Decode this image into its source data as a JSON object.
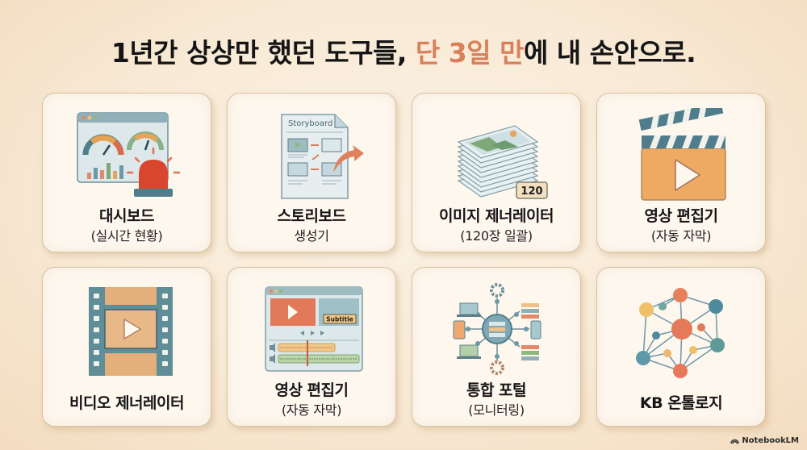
{
  "title": {
    "part1": "1년간 상상만 했던 도구들, ",
    "accent": "단 3일 만",
    "part2": "에 내 손안으로."
  },
  "accent_color": "#d9805a",
  "cards": [
    {
      "label": "대시보드",
      "sub": "(실시간 현황)",
      "icon": "dashboard-alarm-icon"
    },
    {
      "label": "스토리보드",
      "sub": "생성기",
      "icon": "storyboard-document-icon",
      "icon_text": "Storyboard"
    },
    {
      "label": "이미지 제너레이터",
      "sub": "(120장 일괄)",
      "icon": "image-stack-icon",
      "icon_badge": "120"
    },
    {
      "label": "영상 편집기",
      "sub": "(자동 자막)",
      "icon": "clapperboard-play-icon"
    },
    {
      "label": "비디오 제너레이터",
      "sub": "",
      "icon": "film-strip-play-icon"
    },
    {
      "label": "영상 편집기",
      "sub": "(자동 자막)",
      "icon": "video-editor-timeline-icon",
      "icon_text": "Subtitle"
    },
    {
      "label": "통합 포털",
      "sub": "(모니터링)",
      "icon": "network-hub-icon"
    },
    {
      "label": "KB 온톨로지",
      "sub": "",
      "icon": "knowledge-graph-icon"
    }
  ],
  "brand": "NotebookLM"
}
